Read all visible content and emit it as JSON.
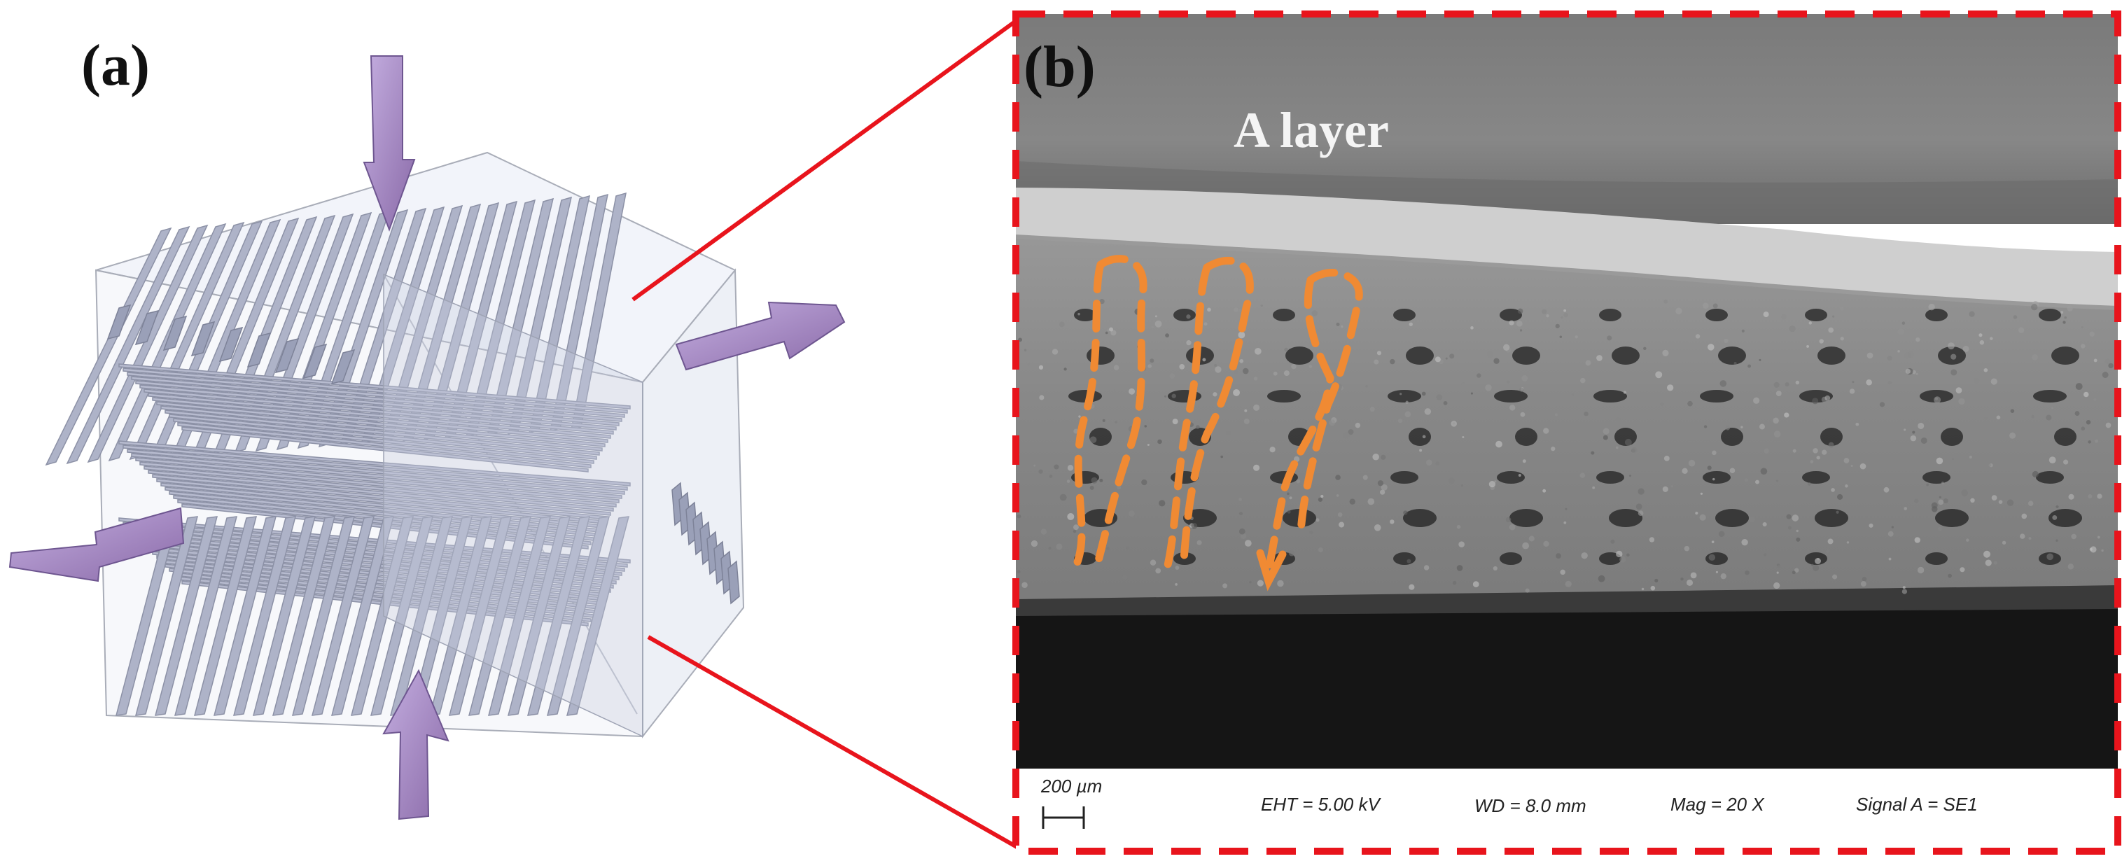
{
  "panel_a": {
    "label": "(a)"
  },
  "panel_b": {
    "label": "(b)",
    "layer_label": "A layer",
    "sem_info": {
      "scale_bar": "200 µm",
      "eht": "EHT =  5.00 kV",
      "wd": "WD =  8.0 mm",
      "mag": "Mag =     20 X",
      "signal": "Signal A = SE1"
    }
  },
  "colors": {
    "callout_red": "#e8141c",
    "arrow_purple": "#a98ac6",
    "channel_fill": "#aeb3c8",
    "cube_edge": "#a9adb8",
    "annotation_orange": "#f08a33"
  }
}
